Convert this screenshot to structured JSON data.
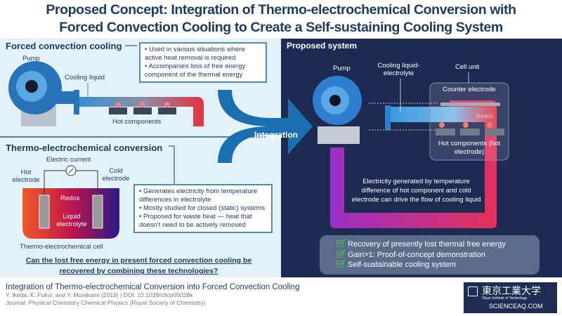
{
  "title": {
    "line1": "Proposed Concept: Integration of Thermo-electrochemical Conversion with",
    "line2": "Forced Convection Cooling to Create a Self-sustaining Cooling System"
  },
  "forced": {
    "heading": "Forced convection cooling",
    "pump": "Pump",
    "cooling_liquid": "Cooling liquid",
    "hot_components": "Hot components",
    "bullets": [
      "• Used in various situations where active heat removal is required",
      "• Accompanies loss of free energy component of the thermal energy"
    ]
  },
  "thermo": {
    "heading": "Thermo-electrochemical conversion",
    "electric_current": "Electric current",
    "hot_electrode": "Hot electrode",
    "cold_electrode": "Cold electrode",
    "redox": "Redox",
    "liquid_electrolyte": "Liquid electrolyte",
    "cell": "Thermo-electrochemical cell",
    "bullets": [
      "• Generates electricity from temperature differences in electrolyte",
      "• Mostly studied for closed (static) systems",
      "• Proposed for waste heat — heat that doesn't need to be actively removed"
    ]
  },
  "question": "Can the lost free energy in present forced convection cooling be recovered by combining these technologies?",
  "integration": "Integration",
  "proposed": {
    "heading": "Proposed system",
    "pump": "Pump",
    "cooling_liquid_electrolyte": "Cooling liquid-electrolyte",
    "cell_unit": "Cell unit",
    "counter_electrode": "Counter electrode",
    "redox": "Redox",
    "hot_components": "Hot components (hot electrode)",
    "electricity": "Electricity generated by temperature difference of hot component and cold electrode can drive the flow of cooling liquid",
    "checks": [
      "Recovery of presently lost thermal free energy",
      "Gain>1: Proof-of-concept demonstration",
      "Self-sustainable cooling system"
    ]
  },
  "footer": {
    "title": "Integration of Thermo-electrochemical Conversion into Forced Convection Cooling",
    "authors": "Y. Ikeda, K. Fukui, and Y. Murakami (2019) | DOI: 10.1039/c9cp05028k",
    "journal": "Journal: Physical Chemistry Chemical Physics (Royal Society of Chemistry)"
  },
  "logo": {
    "name_jp": "東京工業大学",
    "name_en": "Tokyo Institute of Technology",
    "watermark": "SCIENCEAQ.COM"
  },
  "colors": {
    "navy": "#1d2a52",
    "light": "#e3f1f8",
    "blue": "#1a6fb0",
    "hot": "#e5323e"
  }
}
